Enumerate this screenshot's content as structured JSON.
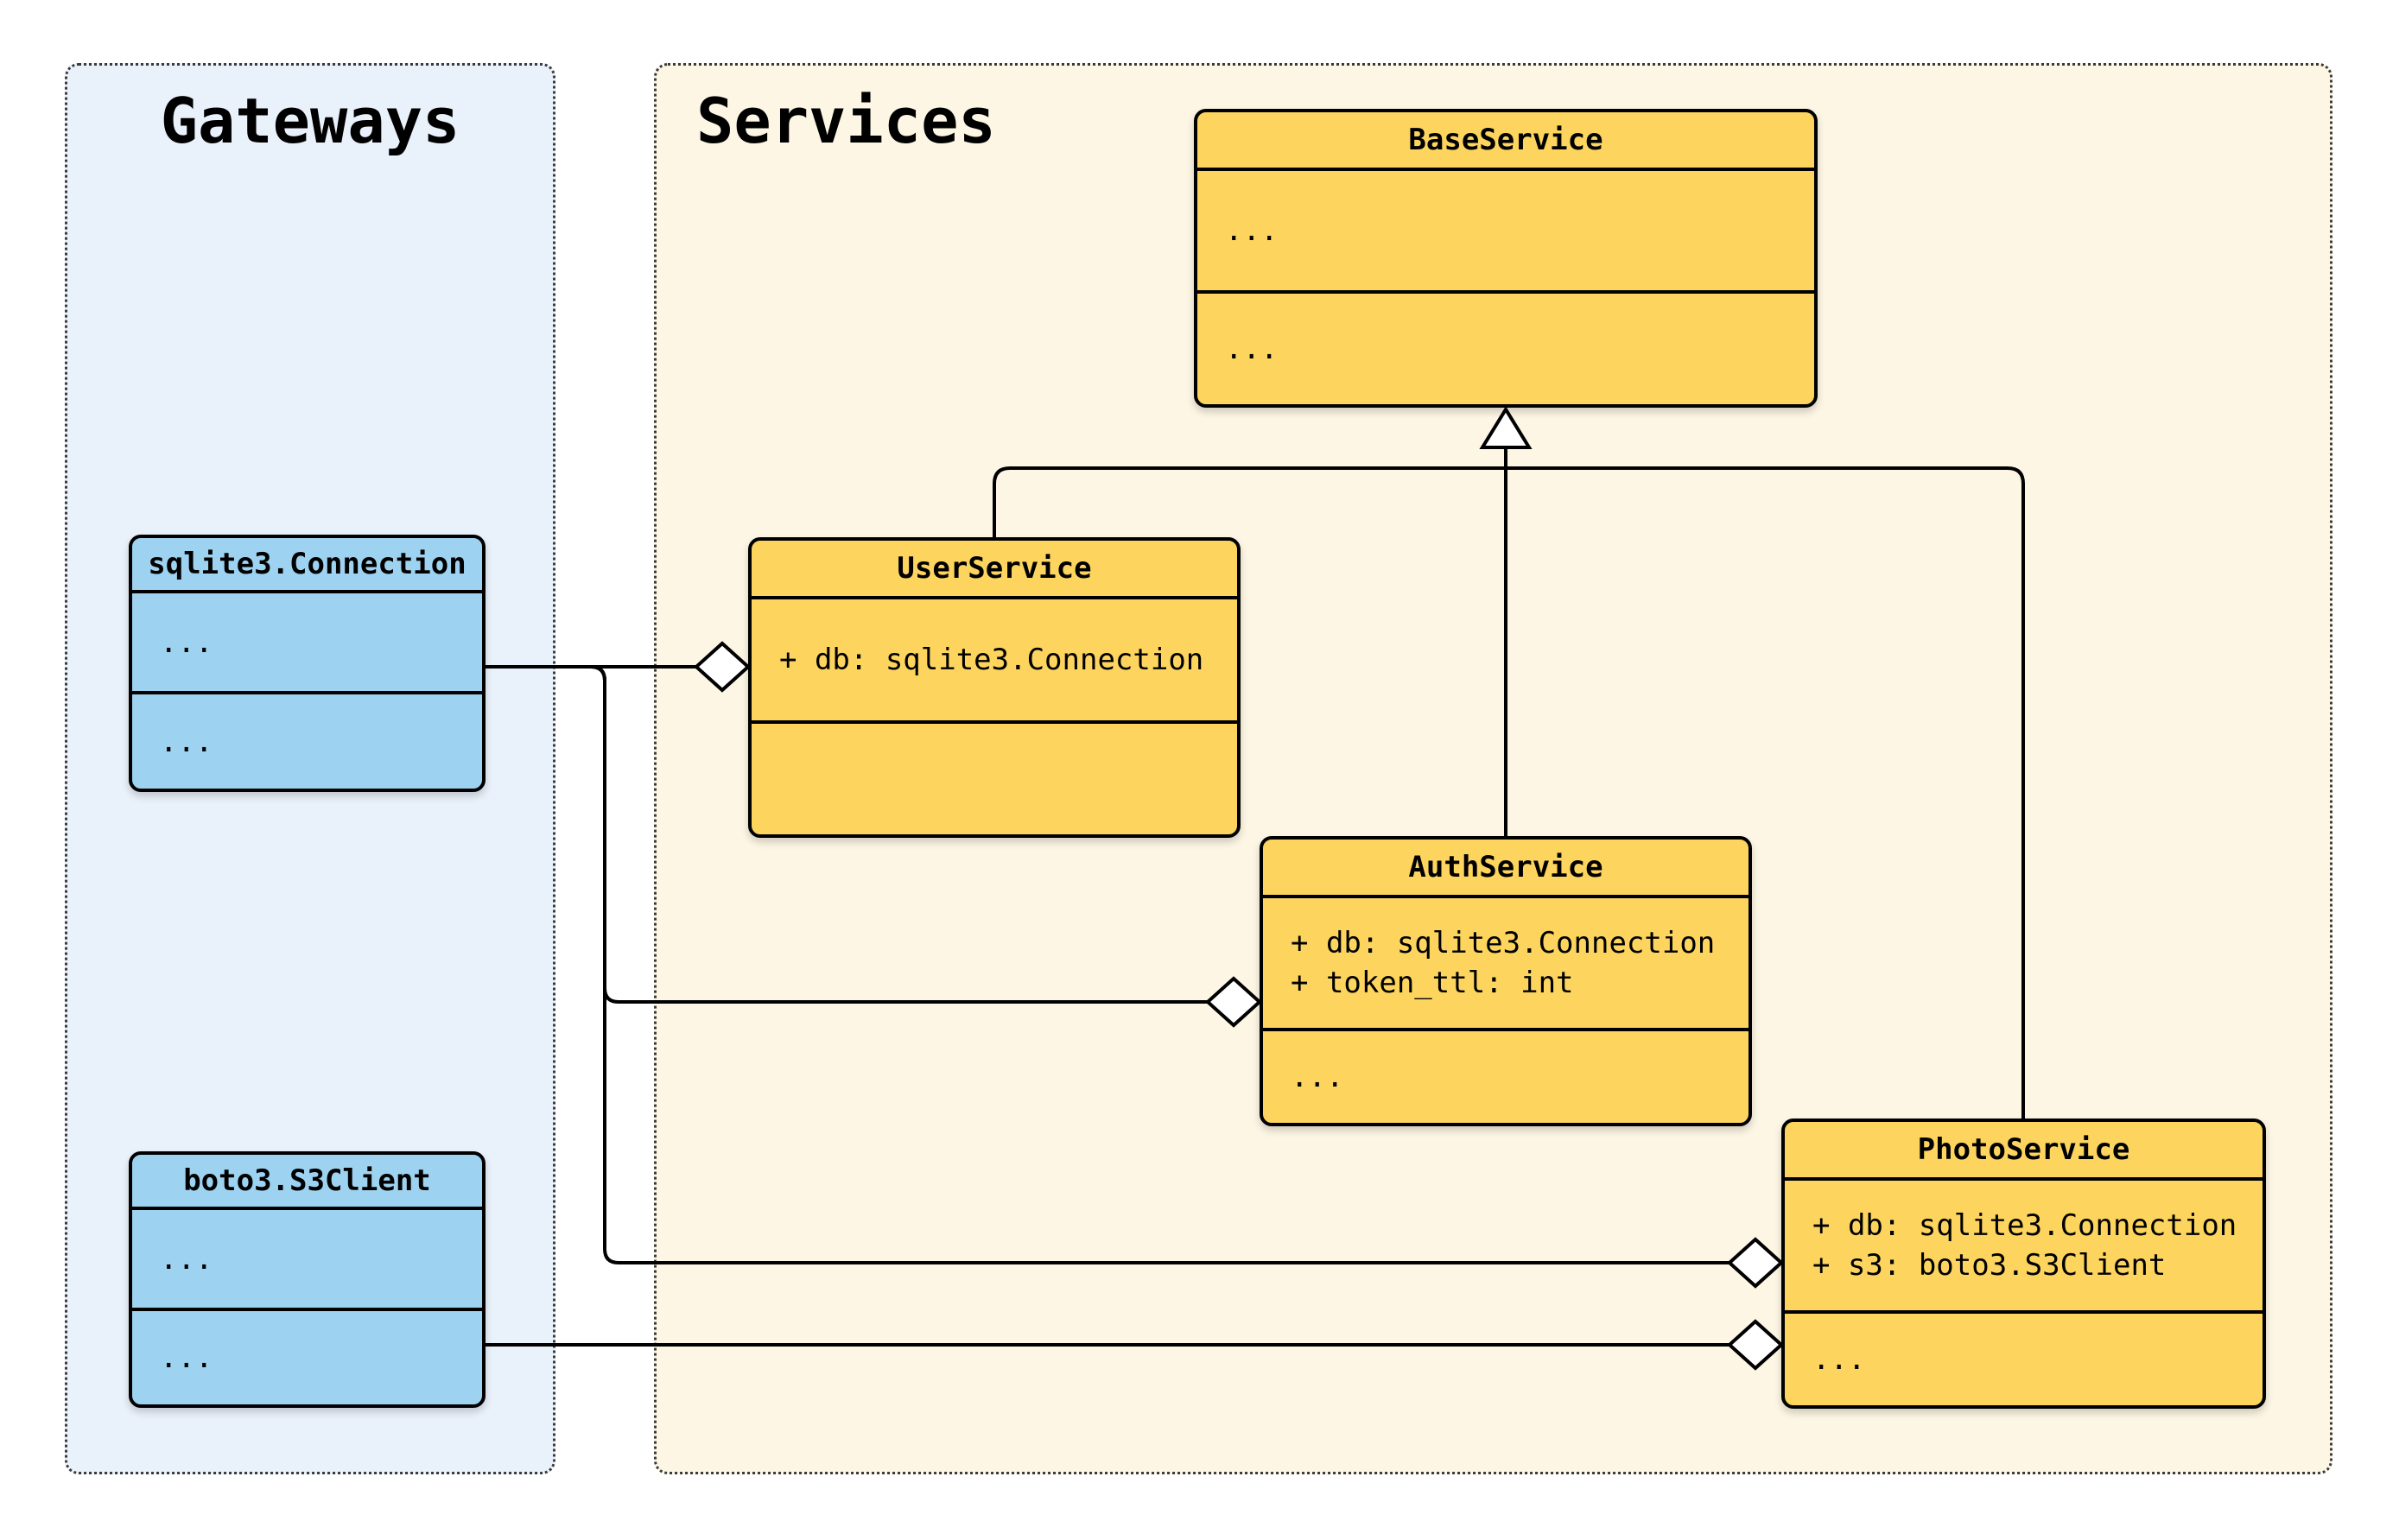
{
  "diagram": {
    "groups": {
      "gateways": {
        "title": "Gateways"
      },
      "services": {
        "title": "Services"
      }
    },
    "classes": {
      "sqlite_connection": {
        "name": "sqlite3.Connection",
        "attributes": [
          "..."
        ],
        "methods": [
          "..."
        ]
      },
      "boto3_s3client": {
        "name": "boto3.S3Client",
        "attributes": [
          "..."
        ],
        "methods": [
          "..."
        ]
      },
      "base_service": {
        "name": "BaseService",
        "attributes": [
          "..."
        ],
        "methods": [
          "..."
        ]
      },
      "user_service": {
        "name": "UserService",
        "attributes": [
          "+ db: sqlite3.Connection"
        ],
        "methods": []
      },
      "auth_service": {
        "name": "AuthService",
        "attributes": [
          "+ db: sqlite3.Connection",
          "+ token_ttl: int"
        ],
        "methods": [
          "..."
        ]
      },
      "photo_service": {
        "name": "PhotoService",
        "attributes": [
          "+ db: sqlite3.Connection",
          "+ s3: boto3.S3Client"
        ],
        "methods": [
          "..."
        ]
      }
    },
    "relationships": [
      {
        "type": "inheritance",
        "child": "UserService",
        "parent": "BaseService"
      },
      {
        "type": "inheritance",
        "child": "AuthService",
        "parent": "BaseService"
      },
      {
        "type": "inheritance",
        "child": "PhotoService",
        "parent": "BaseService"
      },
      {
        "type": "aggregation",
        "whole": "UserService",
        "part": "sqlite3.Connection"
      },
      {
        "type": "aggregation",
        "whole": "AuthService",
        "part": "sqlite3.Connection"
      },
      {
        "type": "aggregation",
        "whole": "PhotoService",
        "part": "sqlite3.Connection"
      },
      {
        "type": "aggregation",
        "whole": "PhotoService",
        "part": "boto3.S3Client"
      }
    ],
    "colors": {
      "service_class_fill": "#fcd45e",
      "gateway_class_fill": "#9dd2f0",
      "services_panel_bg": "#fdf6e4",
      "gateways_panel_bg": "#e9f1fb",
      "stroke": "#000000"
    }
  }
}
